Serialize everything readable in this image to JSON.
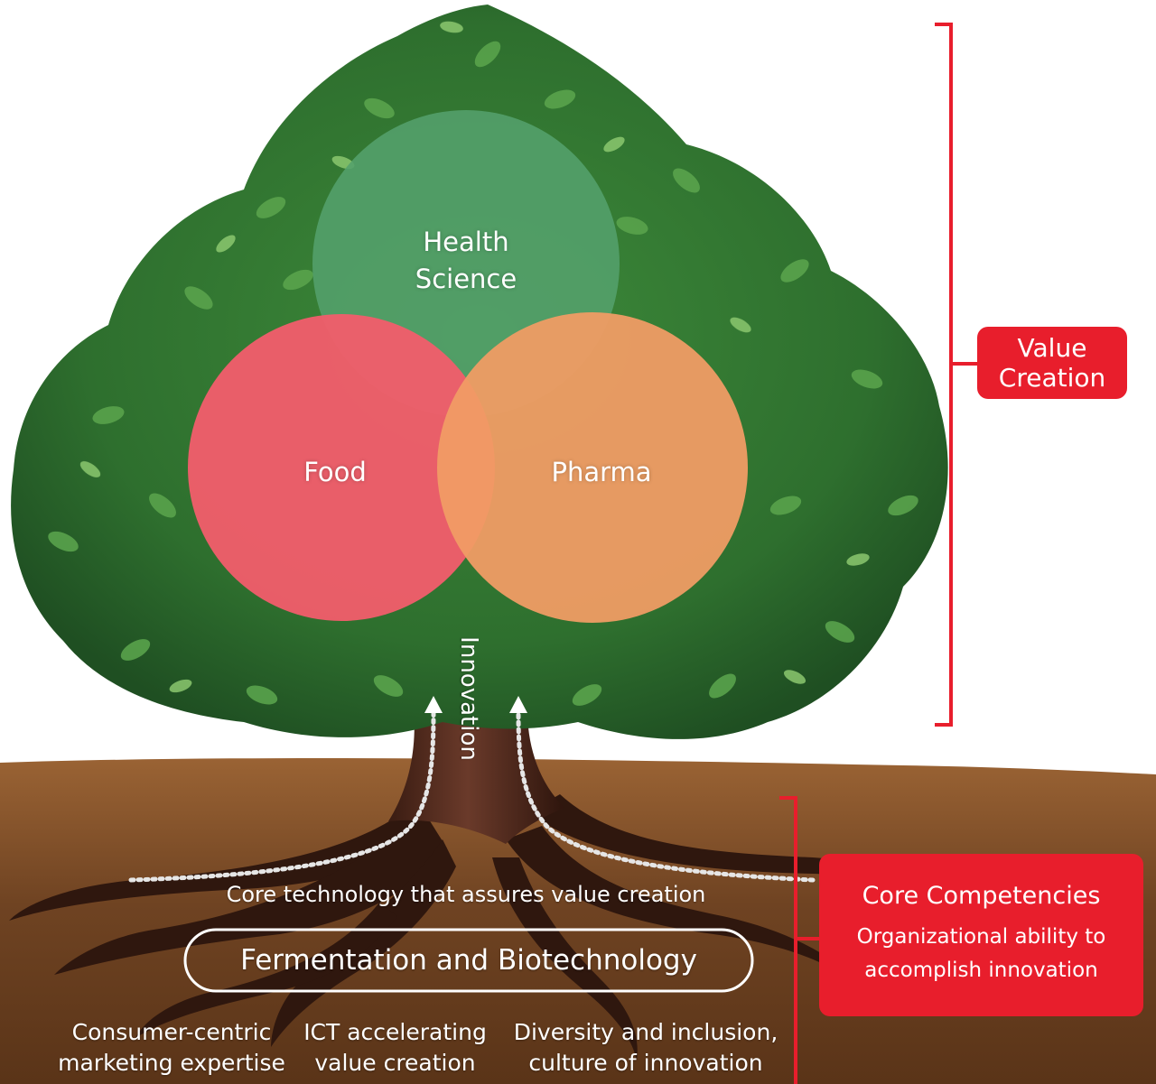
{
  "colors": {
    "accent_red": "#e81e2c",
    "health_science": "#54a06c",
    "food": "#f45c6c",
    "pharma": "#f19c65",
    "soil": "#6f4322"
  },
  "value_creation_badge": {
    "line1": "Value",
    "line2": "Creation"
  },
  "circles": {
    "health_science": {
      "line1": "Health",
      "line2": "Science"
    },
    "food": {
      "label": "Food"
    },
    "pharma": {
      "label": "Pharma"
    }
  },
  "innovation_label": "Innovation",
  "core_technology_text": "Core technology that assures value creation",
  "fermentation_label": "Fermentation and Biotechnology",
  "foundations": [
    {
      "line1": "Consumer-centric",
      "line2": "marketing expertise"
    },
    {
      "line1": "ICT accelerating",
      "line2": "value creation"
    },
    {
      "line1": "Diversity and inclusion,",
      "line2": "culture of innovation"
    }
  ],
  "core_competencies_badge": {
    "title": "Core Competencies",
    "line1": "Organizational ability to",
    "line2": "accomplish innovation"
  },
  "icons": [
    "tree-illustration",
    "innovation-arrow-left",
    "innovation-arrow-right",
    "value-creation-bracket",
    "core-competencies-bracket"
  ]
}
